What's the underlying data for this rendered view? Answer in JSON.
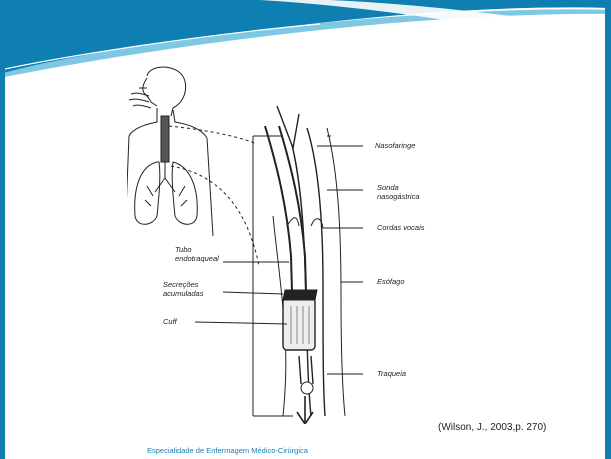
{
  "slide": {
    "citation": "(Wilson, J., 2003,p. 270)",
    "footer": "Especialidade de Enfermagem Médico-Cirúrgica",
    "colors": {
      "frame": "#0e7fb0",
      "accent_light": "#7ec8e3",
      "footer_text": "#1a7fb5"
    }
  },
  "diagram": {
    "labels": {
      "nasofaringe": "Nasofaringe",
      "sonda_1": "Sonda",
      "sonda_2": "nasogástrica",
      "cordas": "Cordas vocais",
      "tubo_1": "Tubo",
      "tubo_2": "endotraqueal",
      "esofago": "Esófago",
      "secrecoes_1": "Secreções",
      "secrecoes_2": "acumuladas",
      "cuff": "Cuff",
      "traqueia": "Traqueia"
    }
  }
}
